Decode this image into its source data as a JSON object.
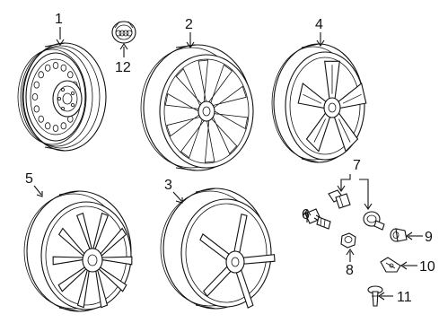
{
  "diagram": {
    "callouts": [
      {
        "id": "1",
        "label": "1"
      },
      {
        "id": "2",
        "label": "2"
      },
      {
        "id": "3",
        "label": "3"
      },
      {
        "id": "4",
        "label": "4"
      },
      {
        "id": "5",
        "label": "5"
      },
      {
        "id": "6",
        "label": "6"
      },
      {
        "id": "7",
        "label": "7"
      },
      {
        "id": "8",
        "label": "8"
      },
      {
        "id": "9",
        "label": "9"
      },
      {
        "id": "10",
        "label": "10"
      },
      {
        "id": "11",
        "label": "11"
      },
      {
        "id": "12",
        "label": "12"
      }
    ],
    "parts": [
      {
        "name": "steel-wheel-with-hubcap"
      },
      {
        "name": "multi-spoke-alloy-wheel"
      },
      {
        "name": "five-spoke-alloy-wheel"
      },
      {
        "name": "five-spoke-sport-wheel"
      },
      {
        "name": "split-spoke-alloy-wheel"
      },
      {
        "name": "wheel-bolt"
      },
      {
        "name": "tpms-valve-sensor"
      },
      {
        "name": "lug-nut-cap"
      },
      {
        "name": "valve-stem-cap"
      },
      {
        "name": "balance-weight-clip"
      },
      {
        "name": "valve-stem"
      },
      {
        "name": "center-cap-emblem"
      }
    ]
  }
}
